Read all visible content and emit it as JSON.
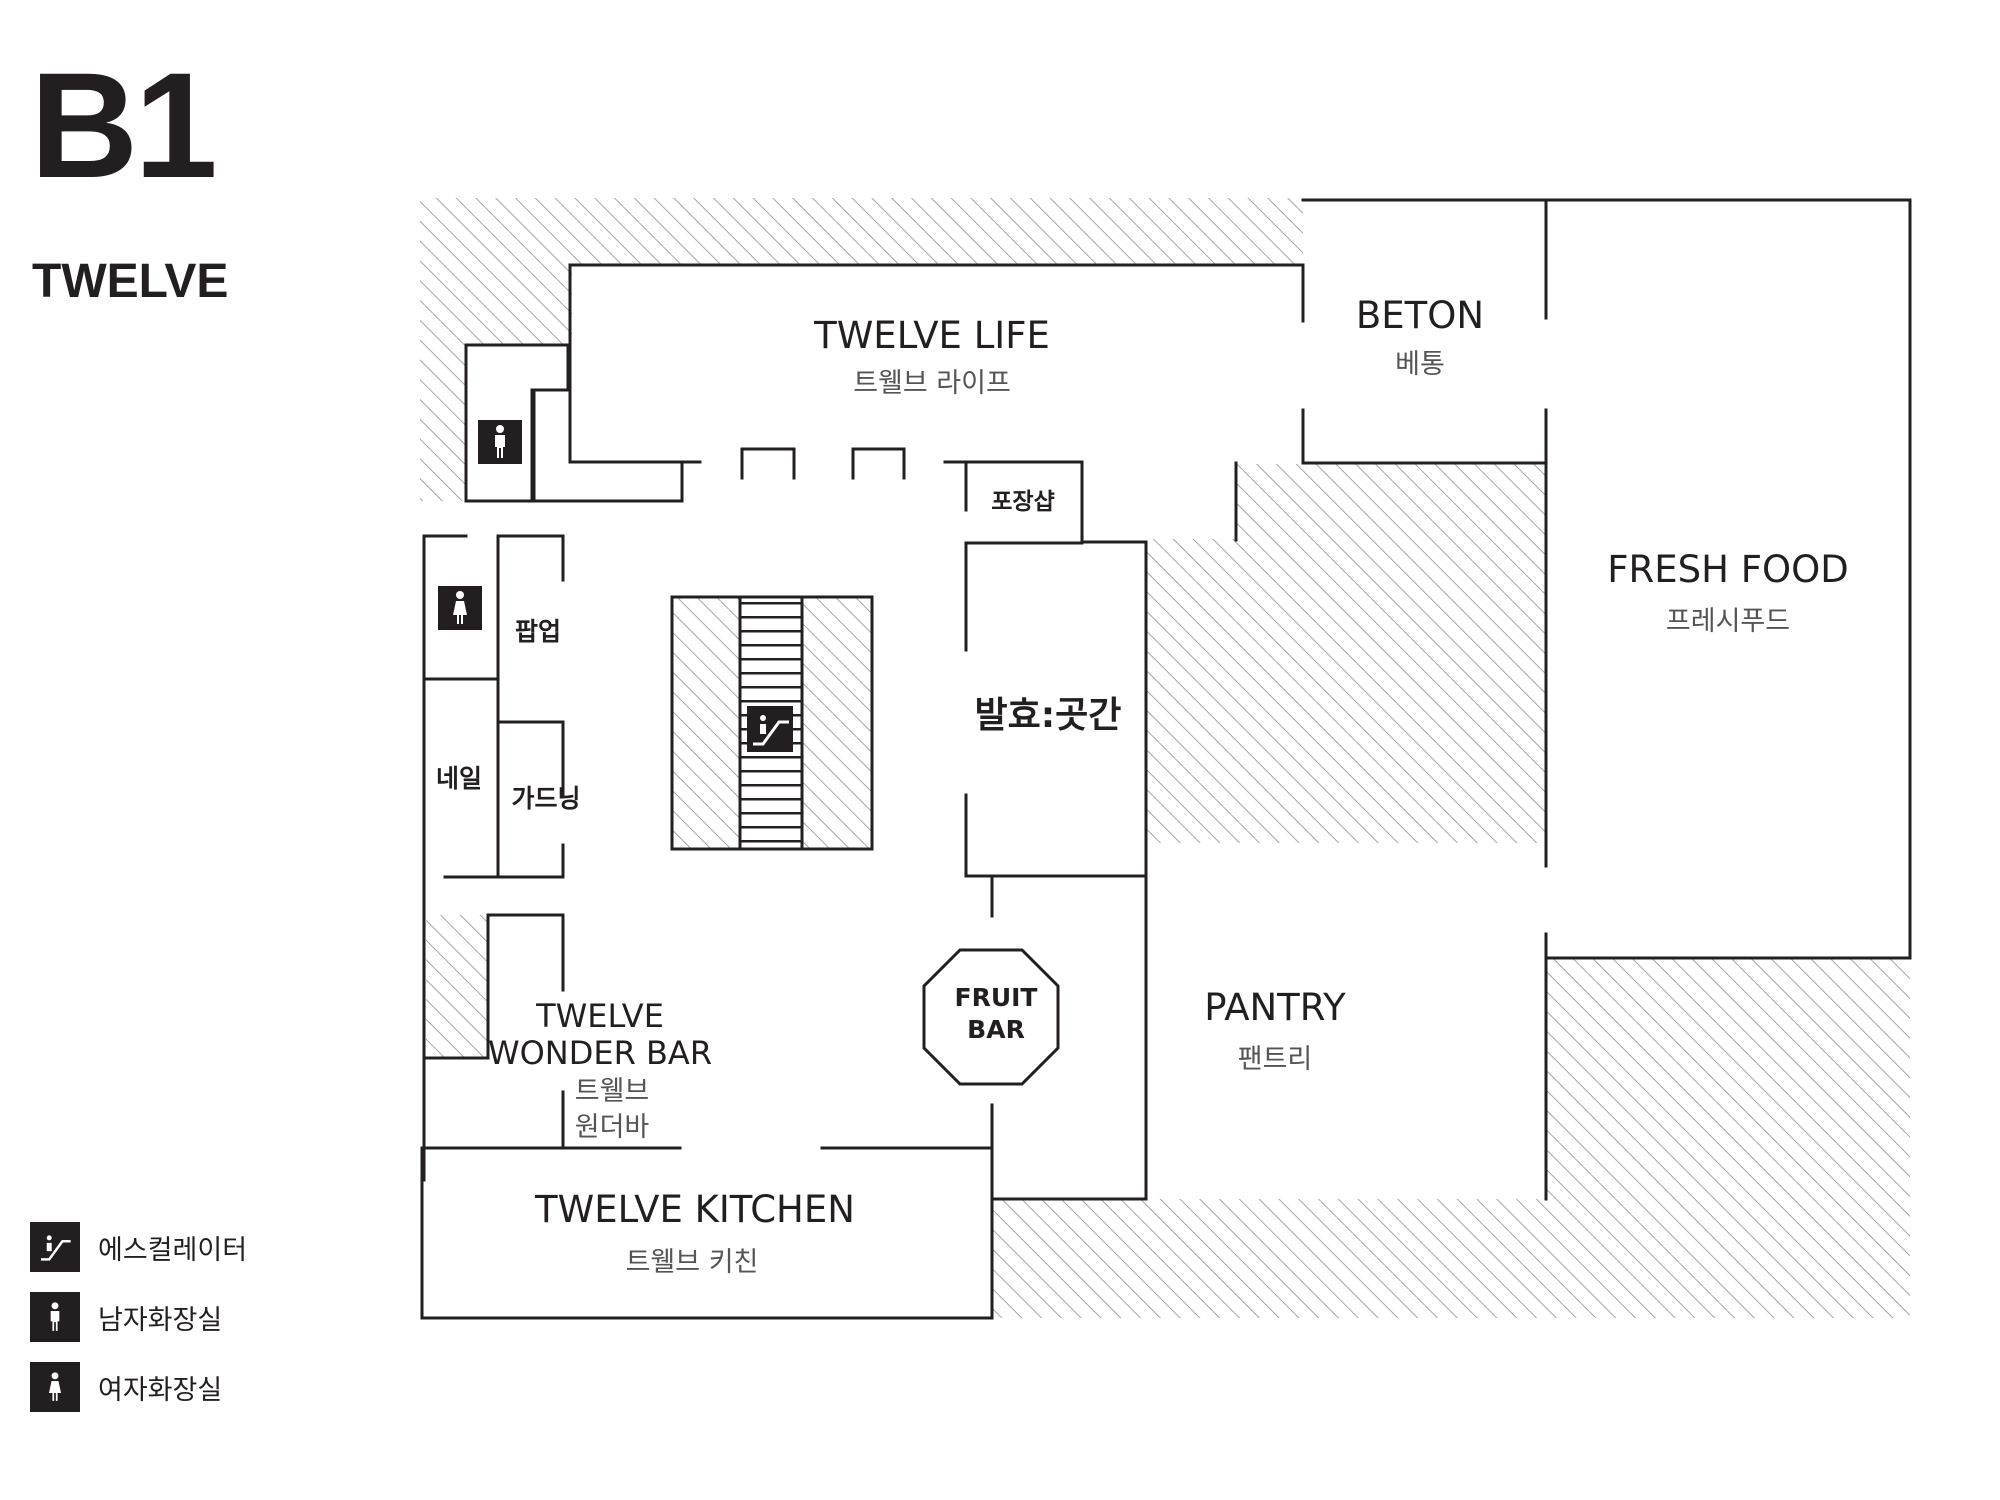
{
  "header": {
    "floor": "B1",
    "brand": "TWELVE"
  },
  "map": {
    "zones": {
      "twelve_life": {
        "en": "TWELVE LIFE",
        "ko": "트웰브 라이프"
      },
      "beton": {
        "en": "BETON",
        "ko": "베통"
      },
      "fresh_food": {
        "en": "FRESH FOOD",
        "ko": "프레시푸드"
      },
      "packing_shop": {
        "ko": "포장샵"
      },
      "popup": {
        "ko": "팝업"
      },
      "nail": {
        "ko": "네일"
      },
      "gardening": {
        "ko": "가드닝"
      },
      "fermentation": {
        "ko": "발효:곳간"
      },
      "wonder_bar": {
        "en_line1": "TWELVE",
        "en_line2": "WONDER BAR",
        "ko_line1": "트웰브",
        "ko_line2": "원더바"
      },
      "fruit_bar": {
        "line1": "FRUIT",
        "line2": "BAR"
      },
      "pantry": {
        "en": "PANTRY",
        "ko": "팬트리"
      },
      "kitchen": {
        "en": "TWELVE KITCHEN",
        "ko": "트웰브 키친"
      }
    }
  },
  "legend": {
    "items": [
      {
        "icon": "escalator-icon",
        "label": "에스컬레이터"
      },
      {
        "icon": "mens-restroom-icon",
        "label": "남자화장실"
      },
      {
        "icon": "womens-restroom-icon",
        "label": "여자화장실"
      }
    ]
  },
  "colors": {
    "ink": "#231f20",
    "label_gray": "#555555",
    "hatch": "#a6a6a6"
  }
}
